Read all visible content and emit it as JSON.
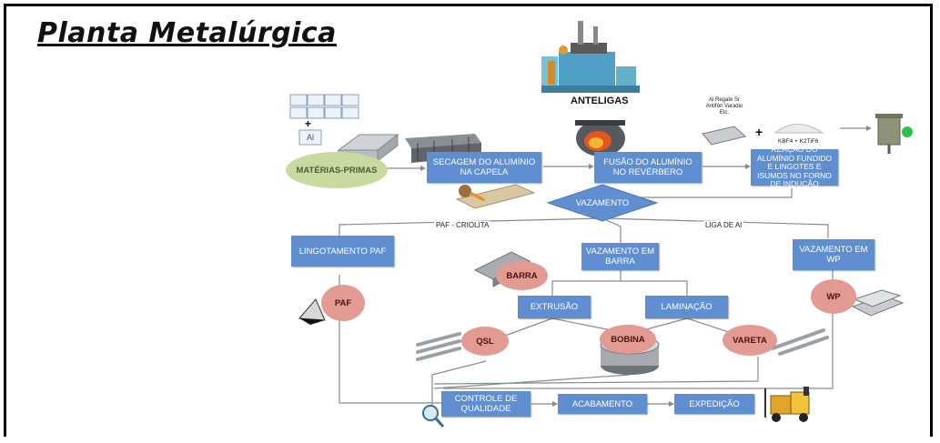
{
  "title": "Planta Metalúrgica",
  "anteligas": "ANTELIGAS",
  "alloy_note": "Al Regate Sr Antifón Varadio Etc.",
  "salt_note": "KBF4 + K2TiF6",
  "plus_sign": "+",
  "al_symbol": "Al",
  "nodes": {
    "materias_primas": "MATÉRIAS-PRIMAS",
    "secagem": "SECAGEM DO ALUMÍNIO NA CAPELA",
    "fusao": "FUSÃO DO ALUMÍNIO NO REVÉRBERO",
    "reacao": "REAÇÃO DO ALUMÍNIO FUNDIDO E LINGOTES E ISUMOS NO FORNO DE INDUÇÃO",
    "vazamento": "VAZAMENTO",
    "lingotamento": "LINGOTAMENTO PAF",
    "vazamento_barra": "VAZAMENTO EM BARRA",
    "vazamento_wp": "VAZAMENTO EM WP",
    "extrusao": "EXTRUSÃO",
    "laminacao": "LAMINAÇÃO",
    "controle": "CONTROLE DE QUALIDADE",
    "acabamento": "ACABAMENTO",
    "expedicao": "EXPEDIÇÃO"
  },
  "products": {
    "barra": "BARRA",
    "paf": "PAF",
    "wp": "WP",
    "qsl": "QSL",
    "bobina": "BOBINA",
    "vareta": "VARETA"
  },
  "branches": {
    "left": "PAF - CRIOLITA",
    "right": "LIGA DE Al"
  },
  "colors": {
    "box": "#5f8fd1",
    "circle": "#e39a93",
    "start": "#c7dba0",
    "line": "#8a8a8a"
  },
  "icons": [
    "factory-icon",
    "periodic-table-icon",
    "ingot-stack-icon",
    "drying-tank-icon",
    "furnace-icon",
    "salt-icon",
    "ladle-icon",
    "pouring-icon",
    "bar-icon",
    "pyramid-icon",
    "plate-icon",
    "tubes-icon",
    "coil-icon",
    "rod-icon",
    "magnifier-icon",
    "forklift-icon"
  ]
}
